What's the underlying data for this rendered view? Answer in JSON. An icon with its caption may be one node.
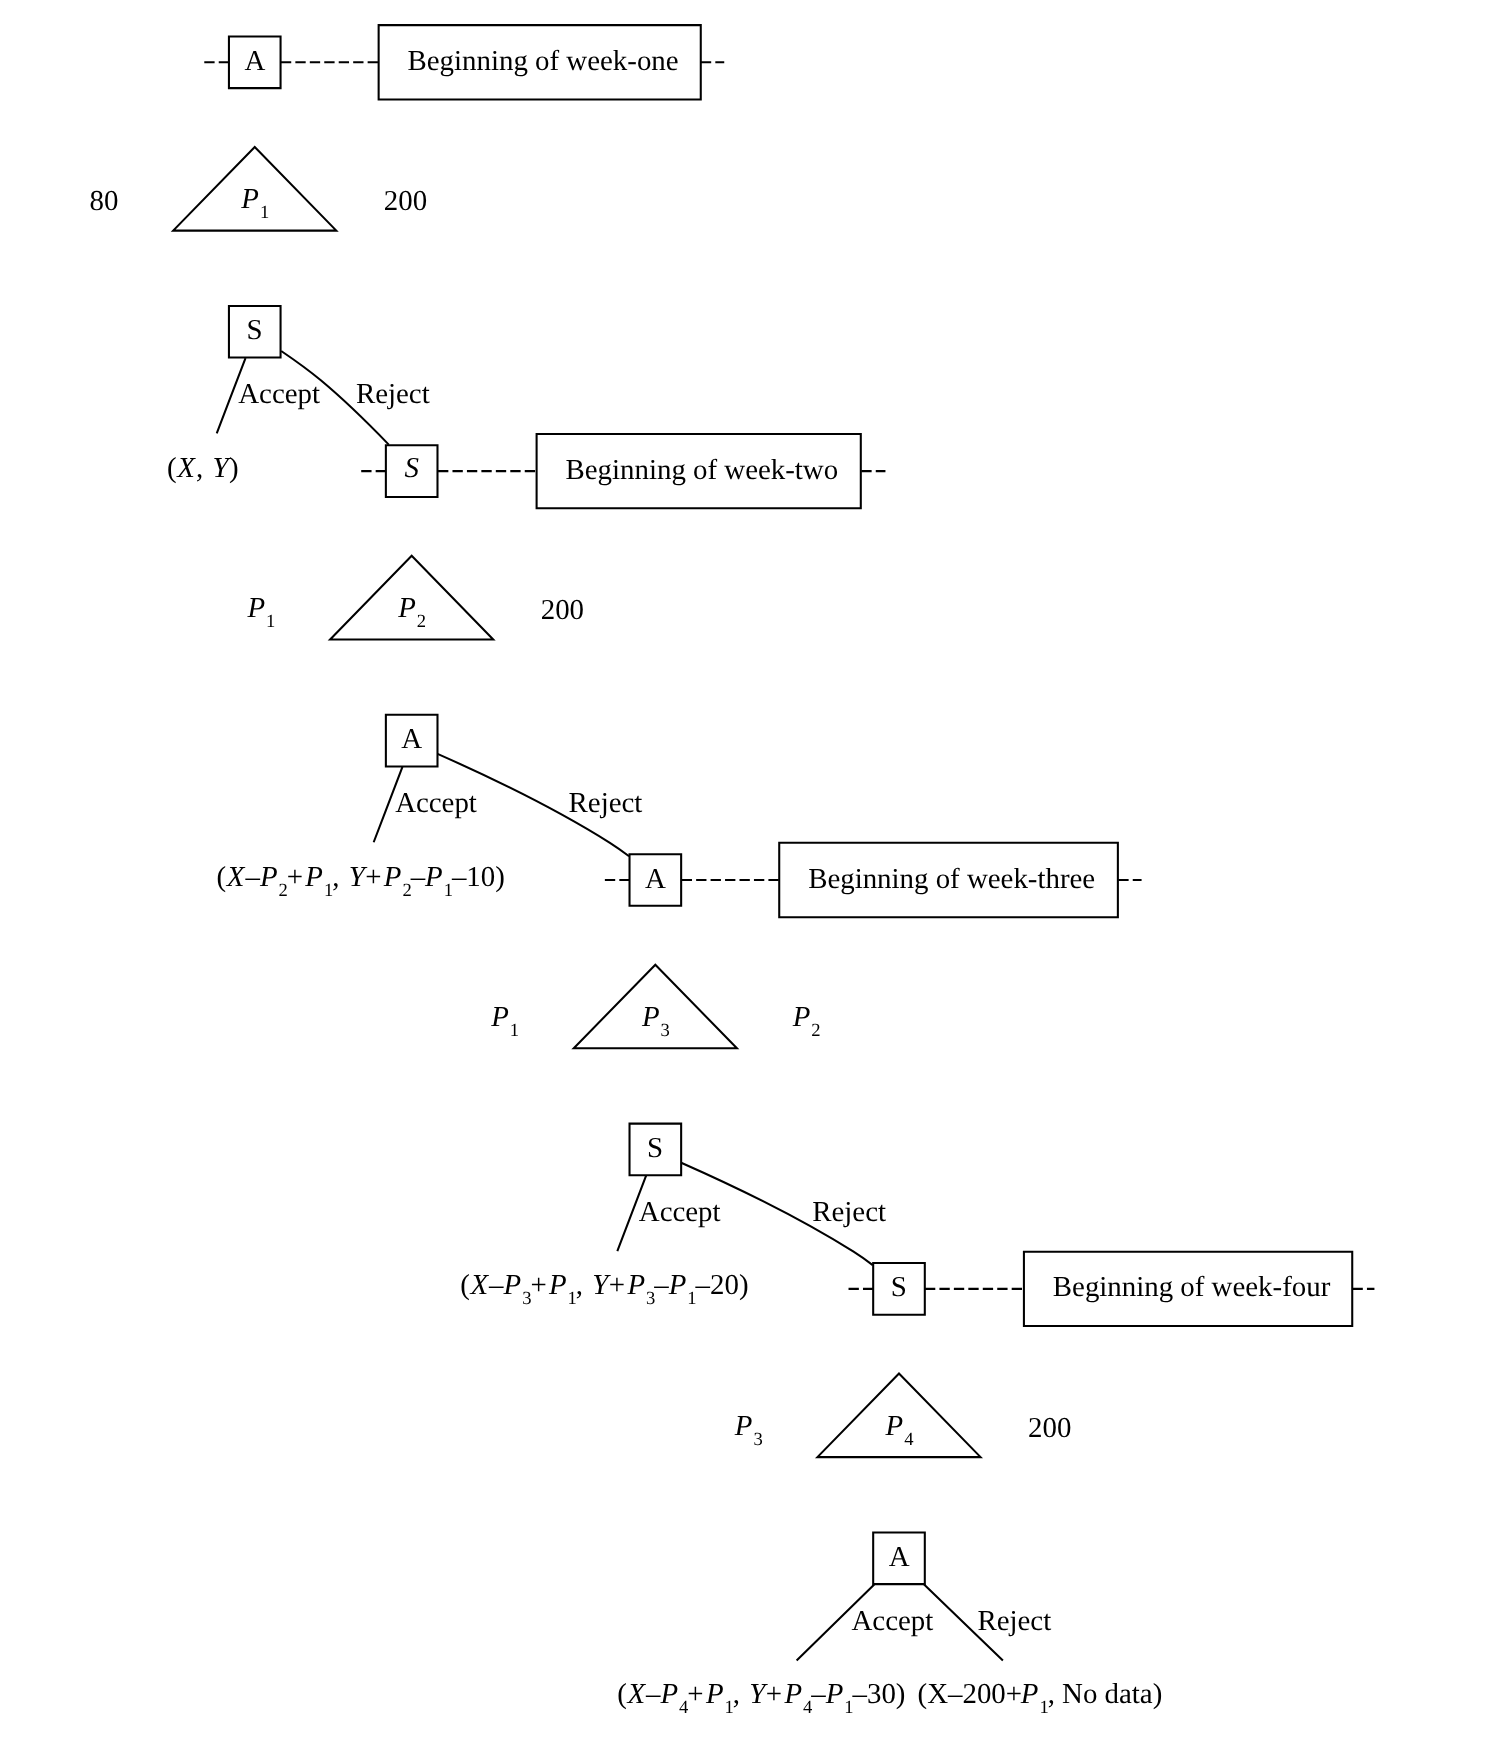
{
  "diagram": {
    "nodes": [
      {
        "text": [
          "A"
        ]
      },
      {
        "text": [
          "Beginning of week-one"
        ]
      },
      {
        "text": [
          "*P*$_{1}$"
        ],
        "beside": [
          "80",
          "200"
        ]
      },
      {
        "text": [
          "S"
        ]
      },
      {
        "text": [
          "(*X*, *Y*)"
        ]
      },
      {
        "text": [
          "S"
        ]
      },
      {
        "text": [
          "Beginning of week-two"
        ]
      },
      {
        "text": [
          "*P*$_{2}$"
        ],
        "beside": [
          "*P*$_{1}$",
          "200"
        ]
      },
      {
        "text": [
          "A"
        ]
      },
      {
        "text": [
          "(*X*–*P*$_{2}$+*P*$_{1}$, *Y*+*P*$_{2}$–*P*$_{1}$–10)"
        ]
      },
      {
        "text": [
          "A"
        ]
      },
      {
        "text": [
          "Beginning of week-three"
        ]
      },
      {
        "text": [
          "*P*$_{3}$"
        ],
        "beside": [
          "*P*$_{1}$",
          "*P*$_{2}$"
        ]
      },
      {
        "text": [
          "S"
        ]
      },
      {
        "text": [
          "(*X*–*P*$_{3}$+*P*$_{1}$, *Y*+*P*$_{3}$–*P*$_{1}$–20)"
        ]
      },
      {
        "text": [
          "S"
        ]
      },
      {
        "text": [
          "Beginning of week-four"
        ]
      },
      {
        "text": [
          "*P*$_{4}$"
        ],
        "beside": [
          "*P*$_{3}$",
          "200"
        ]
      },
      {
        "text": [
          "A"
        ]
      },
      {
        "text": [
          "(*X*–*P*$_{4}$+*P*$_{1}$, *Y*+*P*$_{4}$–*P*$_{1}$–30)"
        ]
      },
      {
        "text": [
          "(X–200+*P*$_{1}$, No data)"
        ]
      }
    ],
    "edges": [
      {
        "from": null,
        "to": 0,
        "arrow": "none",
        "style": "dashed"
      },
      {
        "from": 0,
        "to": 1,
        "arrow": "none",
        "style": "dashed"
      },
      {
        "from": 1,
        "to": null,
        "arrow": "none",
        "style": "dashed"
      },
      {
        "from": 3,
        "to": 4,
        "arrow": "none",
        "label": "Accept"
      },
      {
        "from": 3,
        "to": 5,
        "arrow": "none",
        "label": "Reject"
      },
      {
        "from": null,
        "to": 5,
        "arrow": "none",
        "style": "dashed"
      },
      {
        "from": 5,
        "to": 6,
        "arrow": "none",
        "style": "dashed"
      },
      {
        "from": 6,
        "to": null,
        "arrow": "none",
        "style": "dashed"
      },
      {
        "from": 8,
        "to": 9,
        "arrow": "none",
        "label": "Accept"
      },
      {
        "from": 8,
        "to": 10,
        "arrow": "none",
        "label": "Reject"
      },
      {
        "from": null,
        "to": 10,
        "arrow": "none",
        "style": "dashed"
      },
      {
        "from": 10,
        "to": 11,
        "arrow": "none",
        "style": "dashed"
      },
      {
        "from": 11,
        "to": null,
        "arrow": "none",
        "style": "dashed"
      },
      {
        "from": 13,
        "to": 14,
        "arrow": "none",
        "label": "Accept"
      },
      {
        "from": 13,
        "to": 15,
        "arrow": "none",
        "label": "Reject"
      },
      {
        "from": null,
        "to": 15,
        "arrow": "none",
        "style": "dashed"
      },
      {
        "from": 15,
        "to": 16,
        "arrow": "none",
        "style": "dashed"
      },
      {
        "from": 16,
        "to": null,
        "arrow": "none",
        "style": "dashed"
      },
      {
        "from": 18,
        "to": 19,
        "arrow": "none",
        "label": "Accept"
      },
      {
        "from": 18,
        "to": 20,
        "arrow": "none",
        "label": "Reject"
      }
    ]
  }
}
